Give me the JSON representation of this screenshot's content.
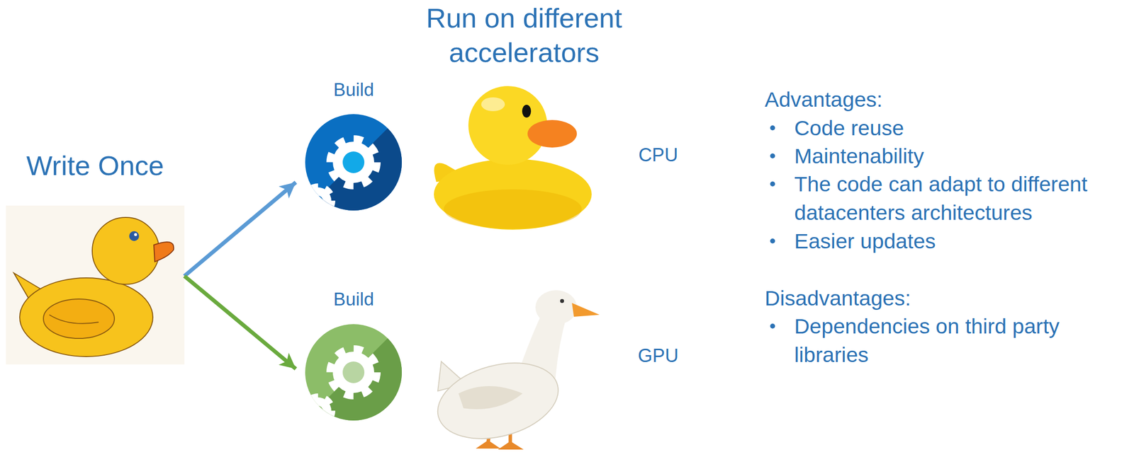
{
  "diagram": {
    "title": "Run on different accelerators",
    "nodes": [
      {
        "text": [
          "Write Once"
        ]
      },
      {
        "text": [
          "Build"
        ]
      },
      {
        "text": [
          "Build"
        ]
      }
    ],
    "edges": [
      {
        "from": 0,
        "to": 1,
        "arrow": "to"
      },
      {
        "from": 0,
        "to": 2,
        "arrow": "to"
      }
    ],
    "labels": [
      "CPU",
      "GPU",
      "Advantages:",
      "Code reuse",
      "Maintenability",
      "The code can adapt to different datacenters architectures",
      "Easier updates",
      "Disadvantages:",
      "Dependencies on third party libraries"
    ]
  }
}
